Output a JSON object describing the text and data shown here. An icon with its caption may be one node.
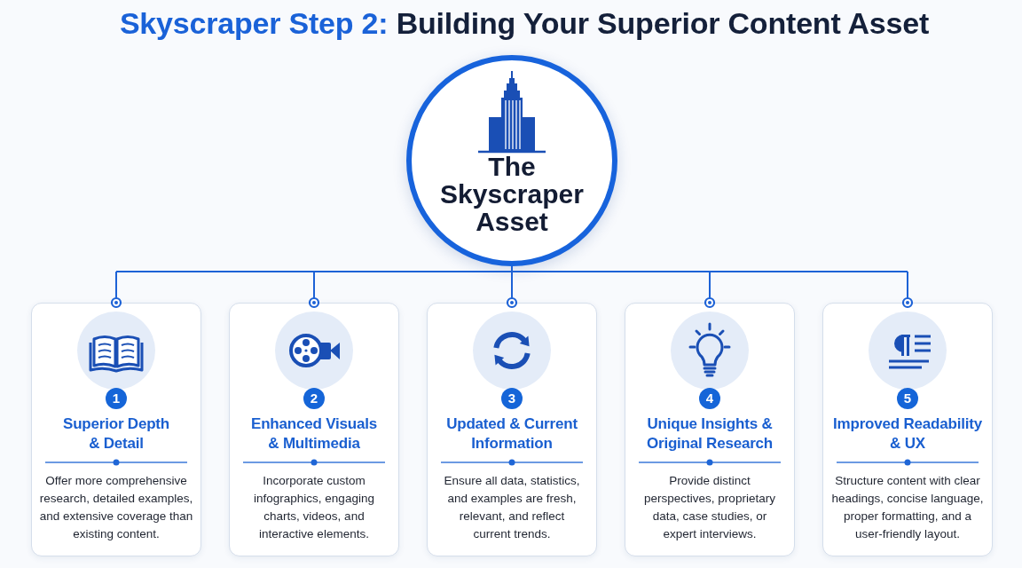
{
  "diagram": {
    "title": "Skyscraper Step 2: Building Your Superior Content Asset",
    "nodes": [
      {
        "text": [
          "The Skyscraper Asset"
        ]
      },
      {
        "text": [
          "1",
          "Superior Depth & Detail",
          "Offer more comprehensive research, detailed examples, and extensive coverage than existing content."
        ]
      },
      {
        "text": [
          "2",
          "Enhanced Visuals & Multimedia",
          "Incorporate custom infographics, engaging charts, videos, and interactive elements."
        ]
      },
      {
        "text": [
          "3",
          "Updated & Current Information",
          "Ensure all data, statistics, and examples are fresh, relevant, and reflect current trends."
        ]
      },
      {
        "text": [
          "4",
          "Unique Insights & Original Research",
          "Provide distinct perspectives, proprietary data, case studies, or expert interviews."
        ]
      },
      {
        "text": [
          "5",
          "Improved Readability & UX",
          "Structure content with clear headings, concise language, proper formatting, and a user-friendly layout."
        ]
      }
    ],
    "edges": [
      {
        "from": 0,
        "to": 1,
        "arrow": "other"
      },
      {
        "from": 0,
        "to": 2,
        "arrow": "other"
      },
      {
        "from": 0,
        "to": 3,
        "arrow": "other"
      },
      {
        "from": 0,
        "to": 4,
        "arrow": "other"
      },
      {
        "from": 0,
        "to": 5,
        "arrow": "other"
      }
    ]
  }
}
